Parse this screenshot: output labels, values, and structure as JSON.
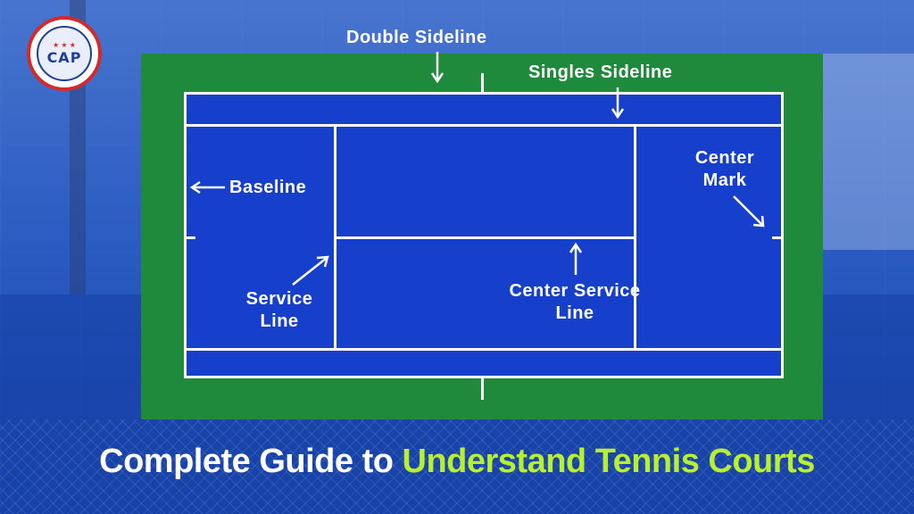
{
  "logo": {
    "text": "CAP",
    "stars": "★ ★ ★"
  },
  "labels": {
    "double_sideline": "Double Sideline",
    "singles_sideline": "Singles Sideline",
    "baseline": "Baseline",
    "center_mark_line1": "Center",
    "center_mark_line2": "Mark",
    "service_line_line1": "Service",
    "service_line_line2": "Line",
    "center_service_line_line1": "Center Service",
    "center_service_line_line2": "Line"
  },
  "title": {
    "prefix": "Complete Guide to ",
    "highlight": "Understand Tennis Courts"
  },
  "colors": {
    "surround": "#1f8a3b",
    "court": "#1640cc",
    "lines": "#ffffff",
    "title_highlight": "#b8f030"
  }
}
